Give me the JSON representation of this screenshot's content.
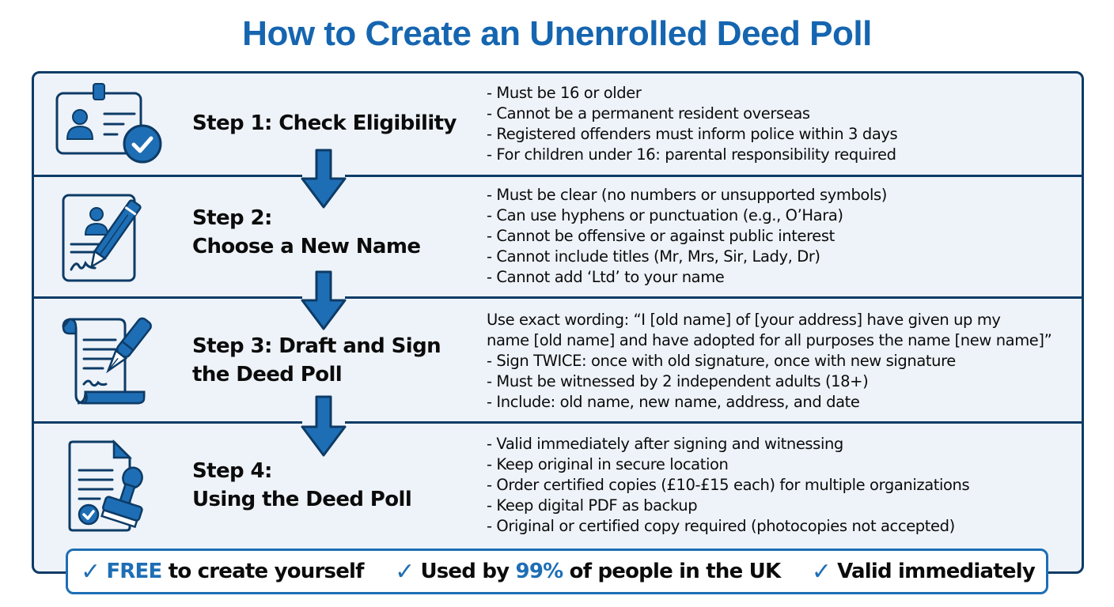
{
  "title": "How to Create an Unenrolled Deed Poll",
  "colors": {
    "title_blue": "#1565b0",
    "panel_border": "#0d3b66",
    "panel_bg": "#eef3f9",
    "accent_blue": "#1e6eb5",
    "text": "#0b0b0b"
  },
  "steps": [
    {
      "title_line1": "Step 1: Check Eligibility",
      "title_line2": "",
      "icon": "id-card-check-icon",
      "bullets": [
        "- Must be 16 or older",
        "- Cannot be a permanent resident overseas",
        "- Registered offenders must inform police within 3 days",
        "- For children under 16: parental responsibility required"
      ]
    },
    {
      "title_line1": "Step 2:",
      "title_line2": "Choose a New Name",
      "icon": "document-pencil-icon",
      "bullets": [
        "- Must be clear (no numbers or unsupported symbols)",
        "- Can use hyphens or punctuation (e.g., O’Hara)",
        "- Cannot be offensive or against public interest",
        "- Cannot include titles (Mr, Mrs, Sir, Lady, Dr)",
        "- Cannot add ‘Ltd’ to your name"
      ]
    },
    {
      "title_line1": "Step 3: Draft and Sign",
      "title_line2": "the Deed Poll",
      "icon": "scroll-fountain-pen-icon",
      "bullets": [
        "Use exact wording: “I [old name] of [your address] have given up my",
        "name [old name] and have adopted for all purposes the name [new name]”",
        "- Sign TWICE: once with old signature, once with new signature",
        "- Must be witnessed by 2 independent adults (18+)",
        "- Include: old name, new name, address, and date"
      ]
    },
    {
      "title_line1": "Step 4:",
      "title_line2": "Using the Deed Poll",
      "icon": "document-stamp-icon",
      "bullets": [
        "- Valid immediately after signing and witnessing",
        "- Keep original in secure location",
        "- Order certified copies (£10-£15 each) for multiple organizations",
        "- Keep digital PDF as backup",
        "- Original or certified copy required (photocopies not accepted)"
      ]
    }
  ],
  "footer": {
    "check_glyph": "✓",
    "items": [
      {
        "highlight": "FREE",
        "before": "",
        "after": " to create yourself"
      },
      {
        "highlight": "99%",
        "before": "Used by ",
        "after": " of people in the UK"
      },
      {
        "highlight": "",
        "before": "Valid immediately",
        "after": ""
      }
    ]
  }
}
